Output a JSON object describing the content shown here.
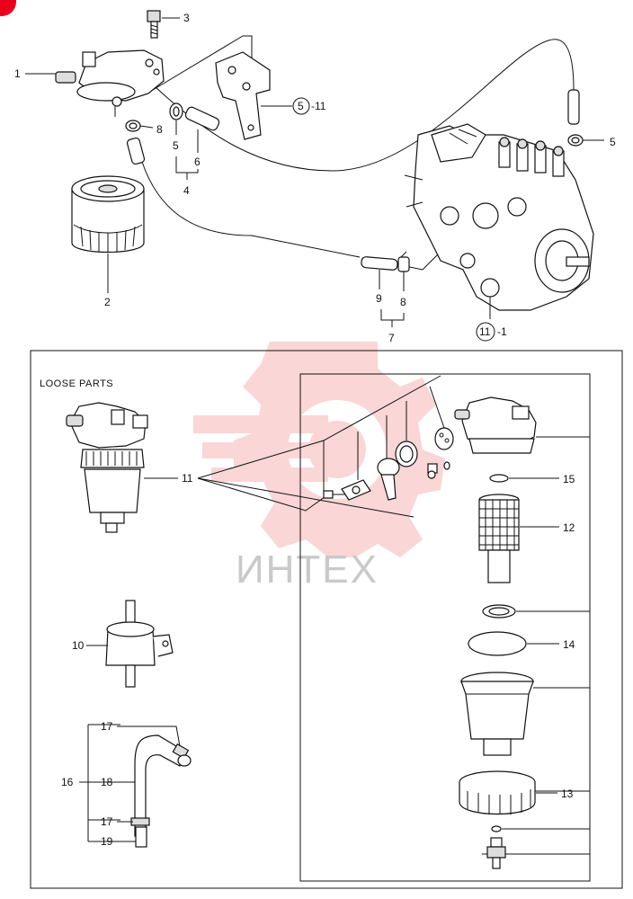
{
  "section_title": "LOOSE PARTS",
  "watermark_text": "ИНТЕХ",
  "colors": {
    "line": "#111111",
    "watermark_logo": "#f6b5b5",
    "watermark_text": "#c9c9c9",
    "corner_mark": "#e8001c"
  },
  "callouts": {
    "c1": "1",
    "c2": "2",
    "c3": "3",
    "c4": "4",
    "c5a": "5",
    "c5b": "5",
    "c5_11": "5",
    "c5_11_suffix": "-11",
    "c6": "6",
    "c7": "7",
    "c8a": "8",
    "c8b": "8",
    "c9": "9",
    "c11_1": "11",
    "c11_1_suffix": "-1",
    "c10": "10",
    "c11": "11",
    "c12": "12",
    "c13": "13",
    "c14": "14",
    "c15": "15",
    "c16": "16",
    "c17a": "17",
    "c17b": "17",
    "c18": "18",
    "c19": "19"
  }
}
